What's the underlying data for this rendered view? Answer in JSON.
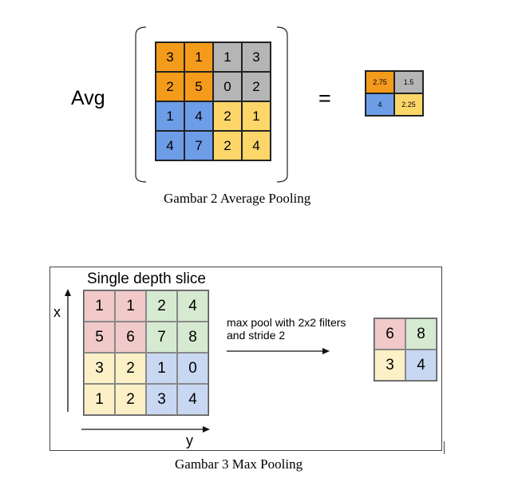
{
  "avg_pooling": {
    "operator_label": "Avg",
    "equals_sign": "=",
    "input_cells": [
      {
        "value": "3",
        "color": "orange"
      },
      {
        "value": "1",
        "color": "orange"
      },
      {
        "value": "1",
        "color": "gray"
      },
      {
        "value": "3",
        "color": "gray"
      },
      {
        "value": "2",
        "color": "orange"
      },
      {
        "value": "5",
        "color": "orange"
      },
      {
        "value": "0",
        "color": "gray"
      },
      {
        "value": "2",
        "color": "gray"
      },
      {
        "value": "1",
        "color": "blue"
      },
      {
        "value": "4",
        "color": "blue"
      },
      {
        "value": "2",
        "color": "yellow"
      },
      {
        "value": "1",
        "color": "yellow"
      },
      {
        "value": "4",
        "color": "blue"
      },
      {
        "value": "7",
        "color": "blue"
      },
      {
        "value": "2",
        "color": "yellow"
      },
      {
        "value": "4",
        "color": "yellow"
      }
    ],
    "output_cells": [
      {
        "value": "2.75",
        "color": "orange"
      },
      {
        "value": "1.5",
        "color": "gray"
      },
      {
        "value": "4",
        "color": "blue"
      },
      {
        "value": "2.25",
        "color": "yellow"
      }
    ],
    "caption": "Gambar 2 Average Pooling"
  },
  "max_pooling": {
    "title": "Single depth slice",
    "x_axis_label": "x",
    "y_axis_label": "y",
    "operation_text_line1": "max pool with 2x2 filters",
    "operation_text_line2": "and stride 2",
    "input_cells": [
      {
        "value": "1",
        "color": "pink"
      },
      {
        "value": "1",
        "color": "pink"
      },
      {
        "value": "2",
        "color": "green"
      },
      {
        "value": "4",
        "color": "green"
      },
      {
        "value": "5",
        "color": "pink"
      },
      {
        "value": "6",
        "color": "pink"
      },
      {
        "value": "7",
        "color": "green"
      },
      {
        "value": "8",
        "color": "green"
      },
      {
        "value": "3",
        "color": "cream"
      },
      {
        "value": "2",
        "color": "cream"
      },
      {
        "value": "1",
        "color": "lblue"
      },
      {
        "value": "0",
        "color": "lblue"
      },
      {
        "value": "1",
        "color": "cream"
      },
      {
        "value": "2",
        "color": "cream"
      },
      {
        "value": "3",
        "color": "lblue"
      },
      {
        "value": "4",
        "color": "lblue"
      }
    ],
    "output_cells": [
      {
        "value": "6",
        "color": "pink"
      },
      {
        "value": "8",
        "color": "green"
      },
      {
        "value": "3",
        "color": "cream"
      },
      {
        "value": "4",
        "color": "lblue"
      }
    ],
    "caption": "Gambar 3 Max Pooling"
  }
}
